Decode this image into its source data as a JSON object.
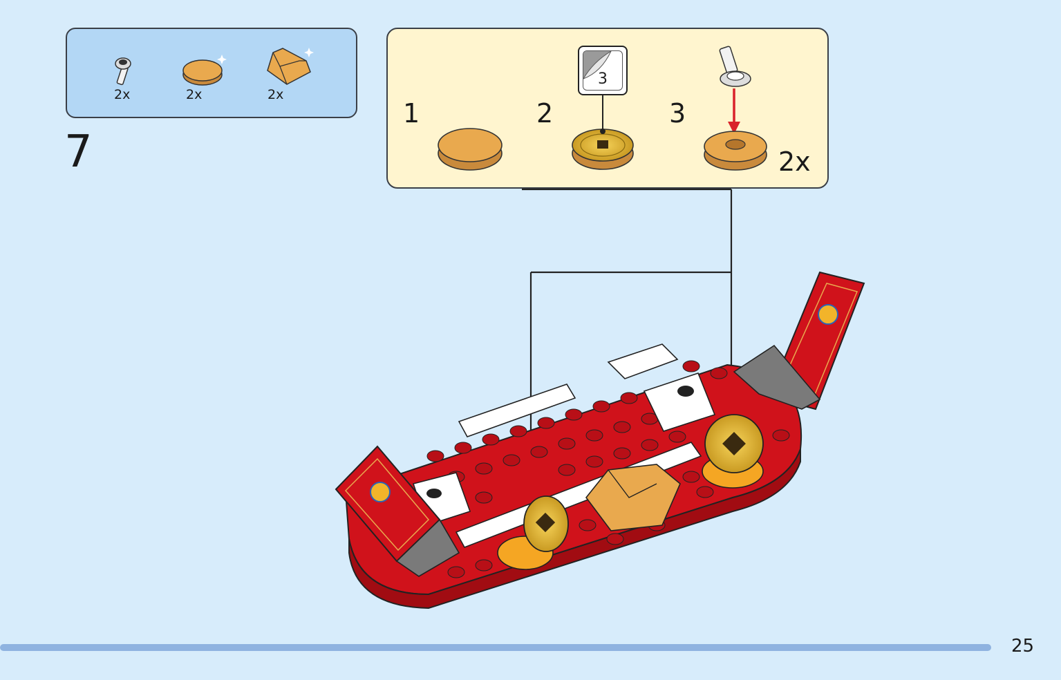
{
  "parts_list": {
    "items": [
      {
        "part": "flag-holder-clip",
        "qty": "2x"
      },
      {
        "part": "round-tile-2x2-gold",
        "qty": "2x"
      },
      {
        "part": "gold-ingot-element",
        "qty": "2x"
      }
    ]
  },
  "step": {
    "number": "7"
  },
  "sub_assembly": {
    "steps": [
      {
        "number": "1"
      },
      {
        "number": "2",
        "sticker_number": "3"
      },
      {
        "number": "3"
      }
    ],
    "multiplier": "2x"
  },
  "colors": {
    "background": "#d7ecfb",
    "parts_box": "#b3d7f5",
    "sub_box": "#fff5cf",
    "brick_red": "#d0121b",
    "gold": "#e9a94e",
    "arrow_red": "#d9222a",
    "progress": "#8fb3e0"
  },
  "page": {
    "number": "25",
    "progress": 0.93
  }
}
